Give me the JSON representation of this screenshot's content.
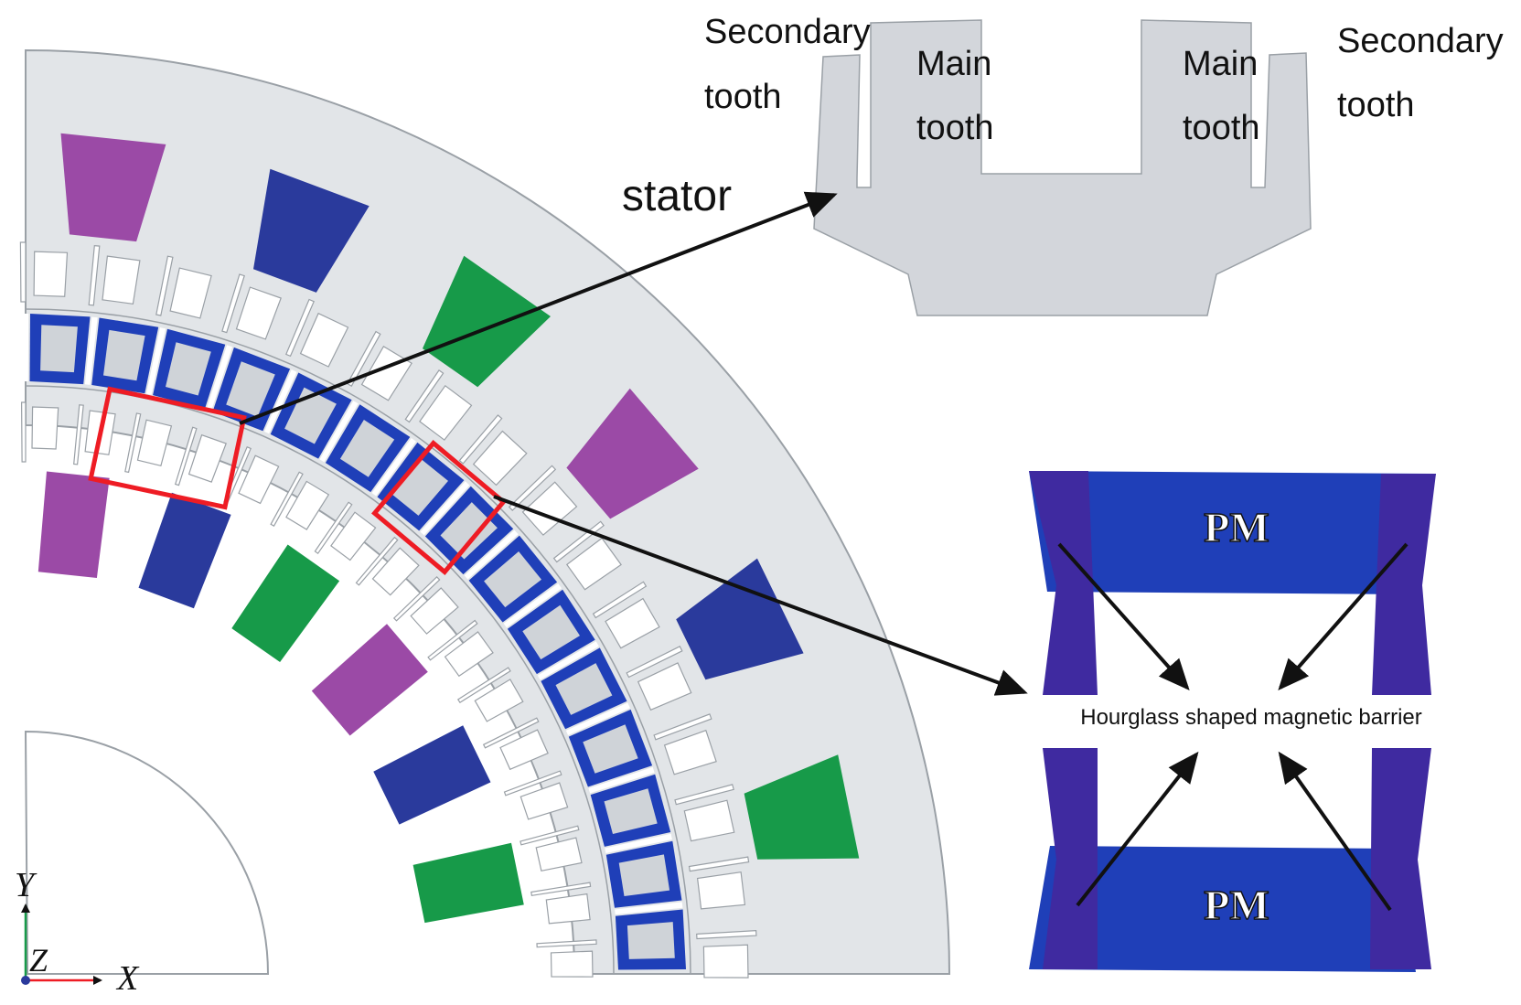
{
  "labels": {
    "stator": "stator",
    "secondary_tooth_left_1": "Secondary",
    "secondary_tooth_left_2": "tooth",
    "main_tooth_left_1": "Main",
    "main_tooth_left_2": "tooth",
    "main_tooth_right_1": "Main",
    "main_tooth_right_2": "tooth",
    "secondary_tooth_right_1": "Secondary",
    "secondary_tooth_right_2": "tooth",
    "pm_top": "PM",
    "pm_bottom": "PM",
    "barrier": "Hourglass shaped magnetic barrier"
  },
  "axes": {
    "y": "Y",
    "z": "Z",
    "x": "X"
  },
  "colors": {
    "steel": "#e2e5e8",
    "purple_coil": "#9b4aa6",
    "blue_coil": "#2a3a9c",
    "green_coil": "#179a49",
    "magnet_blue": "#1f3fb8",
    "barrier_violet": "#3f2aa0",
    "highlight_red": "#ee1c24"
  }
}
